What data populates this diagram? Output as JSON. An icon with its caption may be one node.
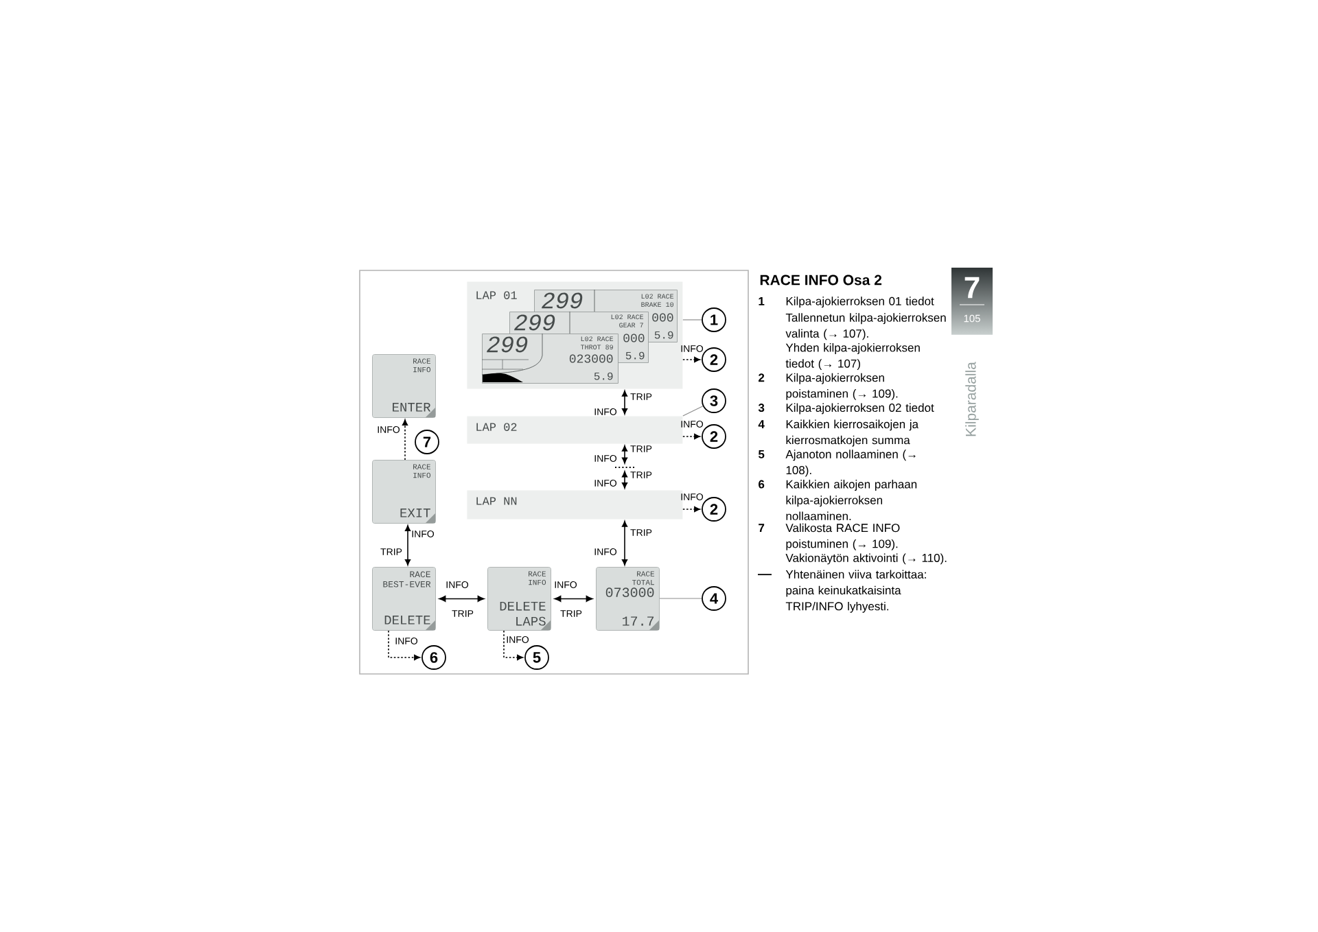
{
  "diagram": {
    "title": "RACE INFO Osa 2",
    "nodes": [
      {
        "text": [
          "LAP 01"
        ]
      },
      {
        "text": [
          "299",
          "L02 RACE",
          "BRAKE 10",
          "000",
          "5.9"
        ],
        "in": 0
      },
      {
        "text": [
          "299",
          "L02 RACE",
          "GEAR 7",
          "000",
          "5.9"
        ],
        "in": 0
      },
      {
        "text": [
          "299",
          "L02 RACE",
          "THROT 89",
          "023000",
          "5.9"
        ],
        "in": 0
      },
      {
        "text": [
          "1"
        ]
      },
      {
        "text": [
          "2"
        ]
      },
      {
        "text": [
          "RACE INFO",
          "ENTER"
        ]
      },
      {
        "text": [
          "3"
        ]
      },
      {
        "text": [
          "7"
        ]
      },
      {
        "text": [
          "LAP 02"
        ]
      },
      {
        "text": [
          "2"
        ]
      },
      {
        "text": [
          "RACE INFO",
          "EXIT"
        ]
      },
      {
        "text": [
          "LAP NN"
        ]
      },
      {
        "text": [
          "2"
        ]
      },
      {
        "text": [
          "RACE BEST-EVER",
          "DELETE"
        ]
      },
      {
        "text": [
          "RACE INFO",
          "DELETE LAPS"
        ]
      },
      {
        "text": [
          "RACE TOTAL",
          "073000",
          "17.7"
        ]
      },
      {
        "text": [
          "4"
        ]
      },
      {
        "text": [
          "6"
        ]
      },
      {
        "text": [
          "5"
        ]
      },
      {
        "text": [],
        "shape": "dots"
      }
    ],
    "edges": [
      {
        "from": 0,
        "to": 9,
        "arrow": "both",
        "label": "INFO"
      },
      {
        "from": 9,
        "to": 20,
        "arrow": "both",
        "label": "INFO"
      },
      {
        "from": 20,
        "to": 12,
        "arrow": "both",
        "label": "INFO"
      },
      {
        "from": 12,
        "to": 16,
        "arrow": "both",
        "label": "INFO"
      },
      {
        "from": 16,
        "to": 15,
        "arrow": "both",
        "label": "INFO"
      },
      {
        "from": 15,
        "to": 14,
        "arrow": "both",
        "label": "INFO"
      },
      {
        "from": 14,
        "to": 11,
        "arrow": "both",
        "label": "INFO"
      },
      {
        "from": 11,
        "to": 6,
        "arrow": "to",
        "label": "INFO",
        "style": "dashed"
      },
      {
        "from": 0,
        "to": 5,
        "arrow": "to",
        "label": "INFO",
        "style": "dashed"
      },
      {
        "from": 9,
        "to": 10,
        "arrow": "to",
        "label": "INFO",
        "style": "dashed"
      },
      {
        "from": 12,
        "to": 13,
        "arrow": "to",
        "label": "INFO",
        "style": "dashed"
      },
      {
        "from": 14,
        "to": 18,
        "arrow": "to",
        "label": "INFO",
        "style": "dashed"
      },
      {
        "from": 15,
        "to": 19,
        "arrow": "to",
        "label": "INFO",
        "style": "dashed"
      },
      {
        "from": 4,
        "to": 0,
        "arrow": "none",
        "color": "#8c8c8c"
      },
      {
        "from": 7,
        "to": 9,
        "arrow": "none",
        "color": "#8c8c8c"
      },
      {
        "from": 17,
        "to": 16,
        "arrow": "none",
        "color": "#8c8c8c"
      }
    ],
    "labels": [
      "TRIP",
      "TRIP",
      "TRIP",
      "TRIP",
      "TRIP",
      "TRIP",
      "TRIP",
      "1",
      "Kilpa-ajokierroksen 01 tiedot",
      "Tallennetun kilpa-ajokierroksen valinta (→ 107).",
      "Yhden kilpa-ajokierroksen tiedot (→ 107)",
      "2",
      "Kilpa-ajokierroksen poistaminen (→ 109).",
      "3",
      "Kilpa-ajokierroksen 02 tiedot",
      "4",
      "Kaikkien kierrosaikojen ja kierrosmatkojen summa",
      "5",
      "Ajanoton nollaaminen (→ 108).",
      "6",
      "Kaikkien aikojen parhaan kilpa-ajokierroksen nollaaminen.",
      "7",
      "Valikosta RACE INFO poistuminen (→ 109).",
      "Vakionäytön aktivointi (→ 110).",
      "7",
      "105",
      "Kilparadalla"
    ],
    "legend": [
      {
        "text": "Yhtenäinen viiva tarkoittaa: paina keinukatkaisinta TRIP/INFO lyhyesti."
      }
    ]
  }
}
